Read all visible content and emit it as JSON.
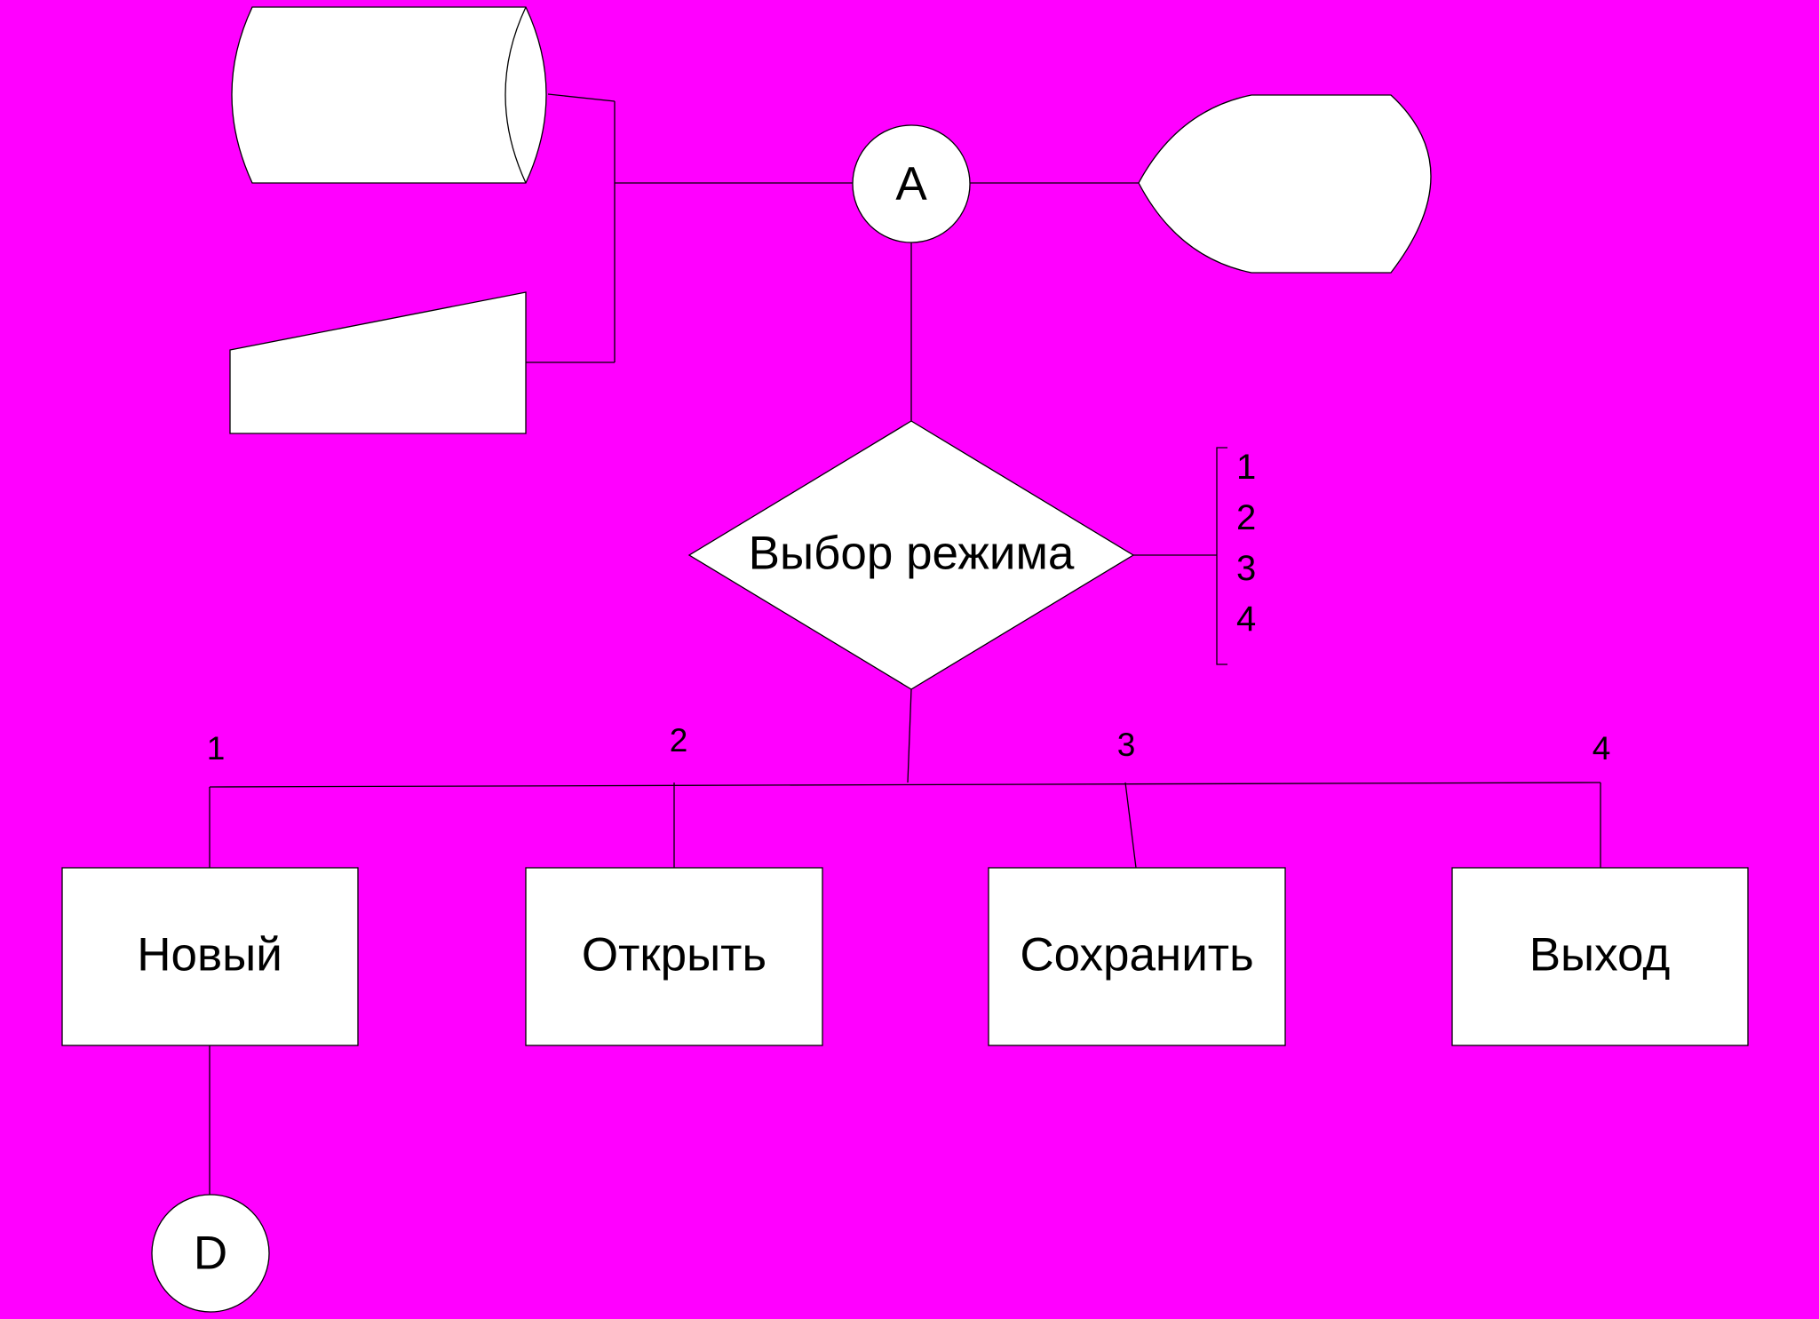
{
  "colors": {
    "background": "#ff00ff",
    "shape_fill": "#ffffff",
    "stroke": "#000000"
  },
  "connectors": {
    "a": "A",
    "d": "D"
  },
  "decision": {
    "label": "Выбор режима"
  },
  "annotation": {
    "items": [
      "1",
      "2",
      "3",
      "4"
    ]
  },
  "branches": [
    {
      "number": "1",
      "label": "Новый"
    },
    {
      "number": "2",
      "label": "Открыть"
    },
    {
      "number": "3",
      "label": "Сохранить"
    },
    {
      "number": "4",
      "label": "Выход"
    }
  ]
}
